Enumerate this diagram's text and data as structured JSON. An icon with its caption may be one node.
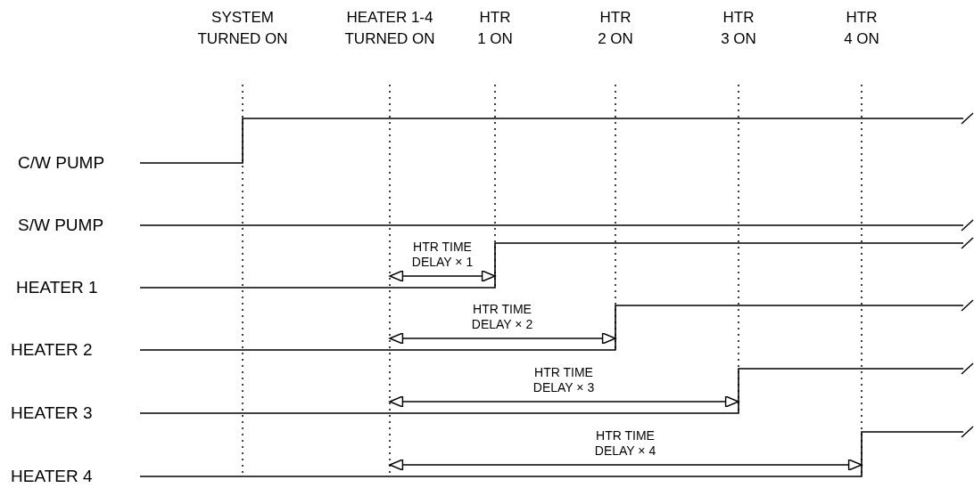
{
  "diagram": {
    "labels": [
      "SYSTEM TURNED ON",
      "HEATER 1-4 TURNED ON",
      "HTR 1 ON",
      "HTR 2 ON",
      "HTR 3 ON",
      "HTR 4 ON",
      "C/W PUMP",
      "S/W PUMP",
      "HTR TIME DELAY × 1",
      "HEATER 1",
      "HTR TIME DELAY × 2",
      "HEATER 2",
      "HTR TIME DELAY × 3",
      "HEATER 3",
      "HTR TIME DELAY × 4",
      "HEATER 4"
    ]
  }
}
